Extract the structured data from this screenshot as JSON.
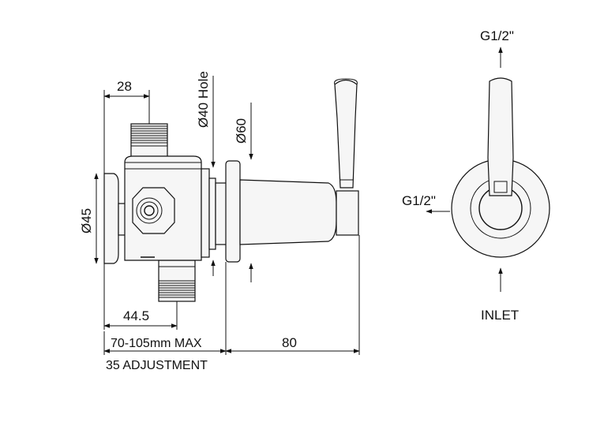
{
  "dimensions": {
    "width_28": "28",
    "dia_40_hole": "Ø40 Hole",
    "dia_60": "Ø60",
    "dia_45": "Ø45",
    "len_44_5": "44.5",
    "range_max": "70-105mm MAX",
    "adjustment": "35 ADJUSTMENT",
    "len_80": "80"
  },
  "connections": {
    "top_outlet": "G1/2\"",
    "left_outlet": "G1/2\"",
    "inlet": "INLET"
  }
}
